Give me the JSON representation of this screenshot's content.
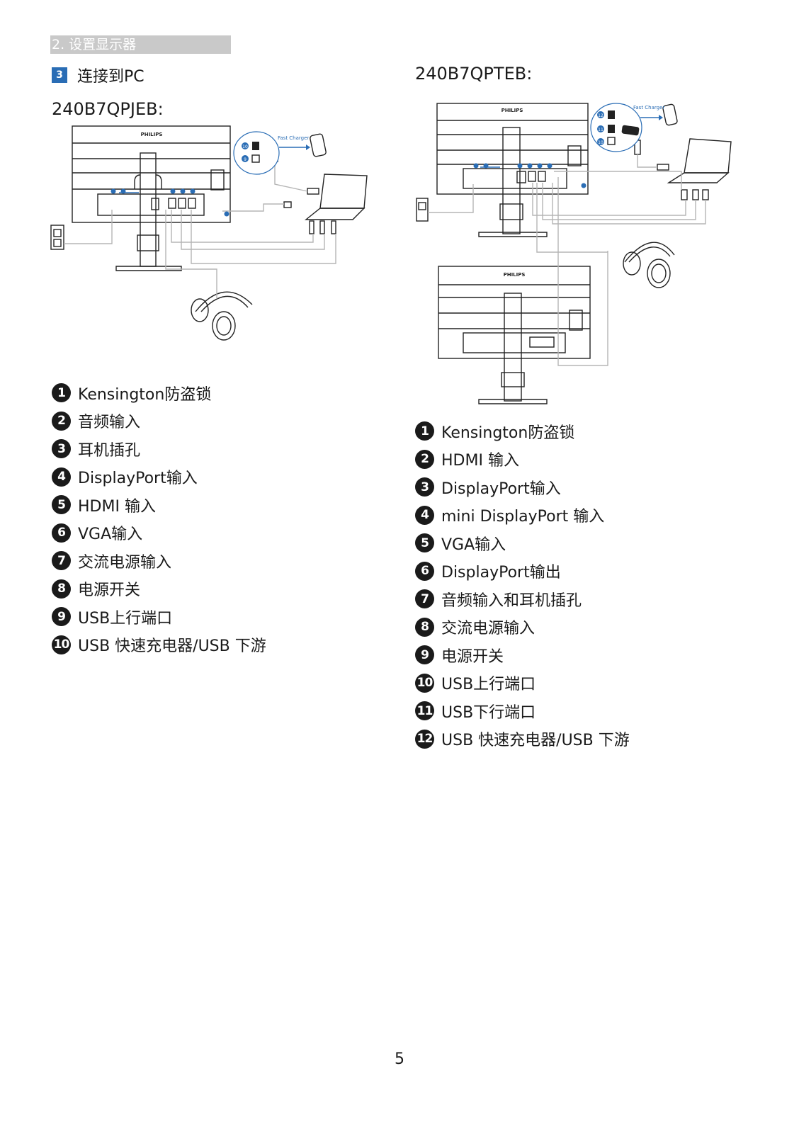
{
  "section_tab": "2. 设置显示器",
  "step": {
    "number": "3",
    "title": "连接到PC"
  },
  "left": {
    "model": "240B7QPJEB:",
    "diagram": {
      "brand": "PHILIPS",
      "charger_label": "Fast Charger",
      "callouts": [
        "10",
        "9"
      ]
    },
    "items": [
      {
        "n": "1",
        "label": "Kensington防盗锁"
      },
      {
        "n": "2",
        "label": "音频输入"
      },
      {
        "n": "3",
        "label": "耳机插孔"
      },
      {
        "n": "4",
        "label": "DisplayPort输入"
      },
      {
        "n": "5",
        "label": "HDMI 输入"
      },
      {
        "n": "6",
        "label": "VGA输入"
      },
      {
        "n": "7",
        "label": "交流电源输入"
      },
      {
        "n": "8",
        "label": "电源开关"
      },
      {
        "n": "9",
        "label": "USB上行端口"
      },
      {
        "n": "10",
        "label": "USB 快速充电器/USB 下游"
      }
    ]
  },
  "right": {
    "model": "240B7QPTEB:",
    "diagram": {
      "brand": "PHILIPS",
      "charger_label": "Fast Charger",
      "callouts": [
        "12",
        "11",
        "10"
      ]
    },
    "items": [
      {
        "n": "1",
        "label": "Kensington防盗锁"
      },
      {
        "n": "2",
        "label": "HDMI 输入"
      },
      {
        "n": "3",
        "label": "DisplayPort输入"
      },
      {
        "n": "4",
        "label": "mini DisplayPort 输入"
      },
      {
        "n": "5",
        "label": "VGA输入"
      },
      {
        "n": "6",
        "label": "DisplayPort输出"
      },
      {
        "n": "7",
        "label": "音频输入和耳机插孔"
      },
      {
        "n": "8",
        "label": "交流电源输入"
      },
      {
        "n": "9",
        "label": "电源开关"
      },
      {
        "n": "10",
        "label": "USB上行端口"
      },
      {
        "n": "11",
        "label": "USB下行端口"
      },
      {
        "n": "12",
        "label": "USB 快速充电器/USB 下游"
      }
    ]
  },
  "page_number": "5",
  "colors": {
    "accent": "#2a6db5",
    "tab": "#c9c9c9",
    "cable": "#b5b5b5"
  }
}
